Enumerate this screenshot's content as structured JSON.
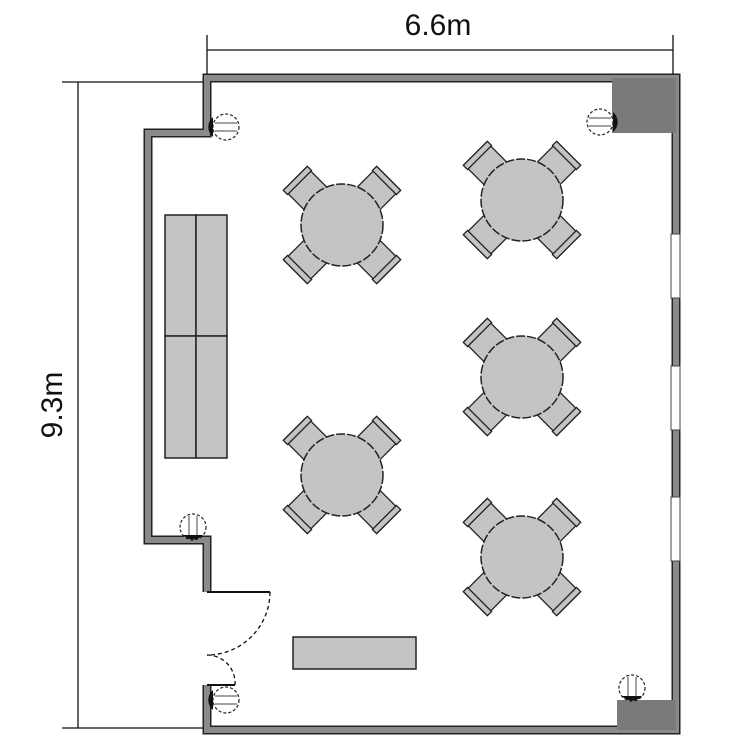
{
  "dimensions": {
    "width_label": "6.6m",
    "height_label": "9.3m"
  },
  "colors": {
    "wall": "#8a8a8a",
    "furniture": "#c4c4c4",
    "outline": "#222222"
  },
  "furniture": {
    "round_tables": 5,
    "chairs_per_table": 4,
    "sofa_sections": 4,
    "benches": 1,
    "lights": 5,
    "windows": 3
  }
}
